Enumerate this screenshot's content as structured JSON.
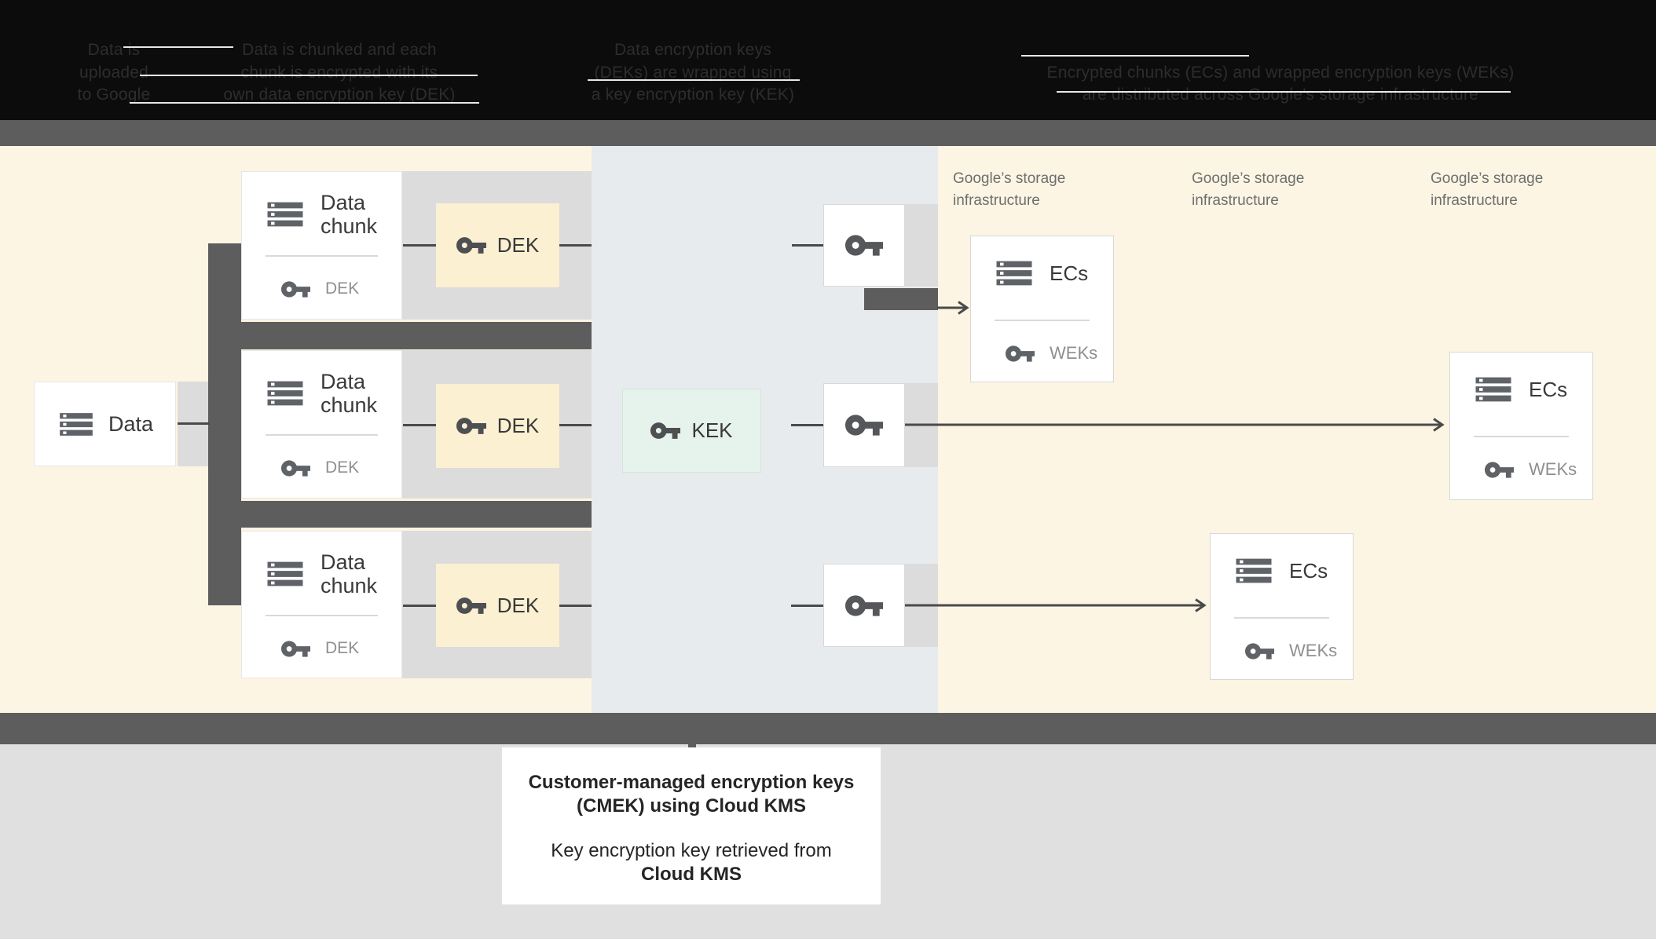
{
  "header": {
    "columns": [
      {
        "lines": [
          "Data is",
          "uploaded",
          "to Google"
        ]
      },
      {
        "lines": [
          "Data is chunked and each",
          "chunk is encrypted with its",
          "own data encryption key (DEK)"
        ]
      },
      {
        "lines": [
          "Data encryption keys",
          "(DEKs) are wrapped using",
          "a key encryption key (KEK)"
        ]
      },
      {
        "lines": [
          "Encrypted chunks (ECs) and wrapped encryption keys (WEKs)",
          "are distributed across Google’s storage infrastructure"
        ]
      }
    ]
  },
  "storage_labels": [
    {
      "line1": "Google’s storage",
      "line2": "infrastructure"
    },
    {
      "line1": "Google’s storage",
      "line2": "infrastructure"
    },
    {
      "line1": "Google’s storage",
      "line2": "infrastructure"
    }
  ],
  "data_box": {
    "label": "Data"
  },
  "chunk_boxes": [
    {
      "title_line1": "Data",
      "title_line2": "chunk",
      "key_label": "DEK"
    },
    {
      "title_line1": "Data",
      "title_line2": "chunk",
      "key_label": "DEK"
    },
    {
      "title_line1": "Data",
      "title_line2": "chunk",
      "key_label": "DEK"
    }
  ],
  "dek_boxes": [
    {
      "label": "DEK"
    },
    {
      "label": "DEK"
    },
    {
      "label": "DEK"
    }
  ],
  "kek_box": {
    "label": "KEK"
  },
  "ecs_boxes": [
    {
      "label": "ECs",
      "key_label": "WEKs"
    },
    {
      "label": "ECs",
      "key_label": "WEKs"
    },
    {
      "label": "ECs",
      "key_label": "WEKs"
    }
  ],
  "notes": {
    "title_line1": "Customer-managed encryption keys",
    "title_line2": "(CMEK) using Cloud KMS",
    "body_line1": "Key encryption key retrieved from",
    "body_line2": "Cloud KMS"
  },
  "colors": {
    "header_bg": "#0c0c0c",
    "dark_gray": "#5d5d5d",
    "band_gray": "#dcdcdc",
    "cream": "#fcf5e3",
    "blue_gray": "#e8ebed",
    "dek_yellow": "#fbf0d2",
    "kek_green": "#e6f2ec",
    "bottom_gray": "#e0e0e0",
    "line_gray": "#4a4a4a",
    "icon_gray": "#5f6368",
    "muted_text": "#8f8f8f"
  }
}
